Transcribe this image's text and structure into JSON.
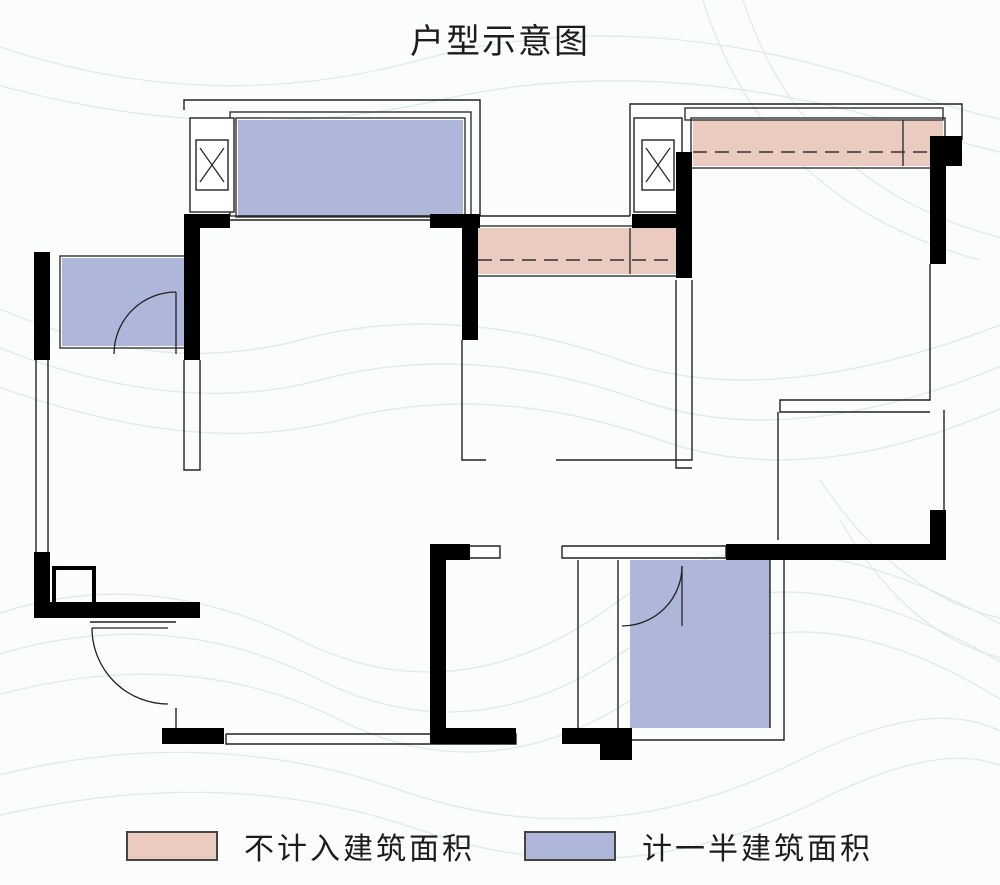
{
  "title": "户型示意图",
  "colors": {
    "not_counted_fill": "#ebcbbf",
    "half_counted_fill": "#aeb7d9",
    "wall": "#000000",
    "background_lines": "#d6e9e6"
  },
  "legend": [
    {
      "label": "不计入建筑面积",
      "color_key": "not_counted_fill"
    },
    {
      "label": "计一半建筑面积",
      "color_key": "half_counted_fill"
    }
  ]
}
